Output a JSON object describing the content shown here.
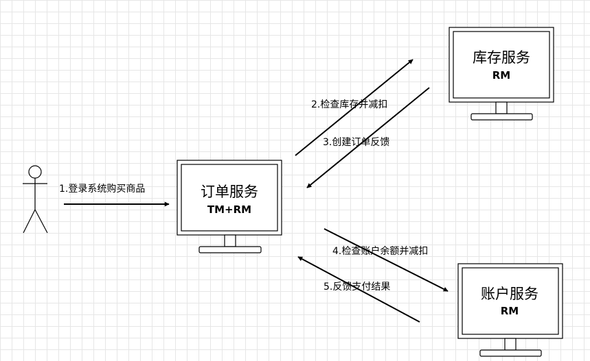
{
  "actor": {
    "icon": "stick-figure-icon"
  },
  "nodes": {
    "order": {
      "title": "订单服务",
      "subtitle": "TM+RM",
      "icon": "monitor-icon"
    },
    "inventory": {
      "title": "库存服务",
      "subtitle": "RM",
      "icon": "monitor-icon"
    },
    "account": {
      "title": "账户服务",
      "subtitle": "RM",
      "icon": "monitor-icon"
    }
  },
  "edges": {
    "step1": "1.登录系统购买商品",
    "step2": "2.检查库存并减扣",
    "step3": "3.创建订单反馈",
    "step4": "4.检查账户余额并减扣",
    "step5": "5.反馈支付结果"
  },
  "colors": {
    "line": "#000000",
    "grid": "#e6e6e6",
    "background": "#ffffff"
  }
}
